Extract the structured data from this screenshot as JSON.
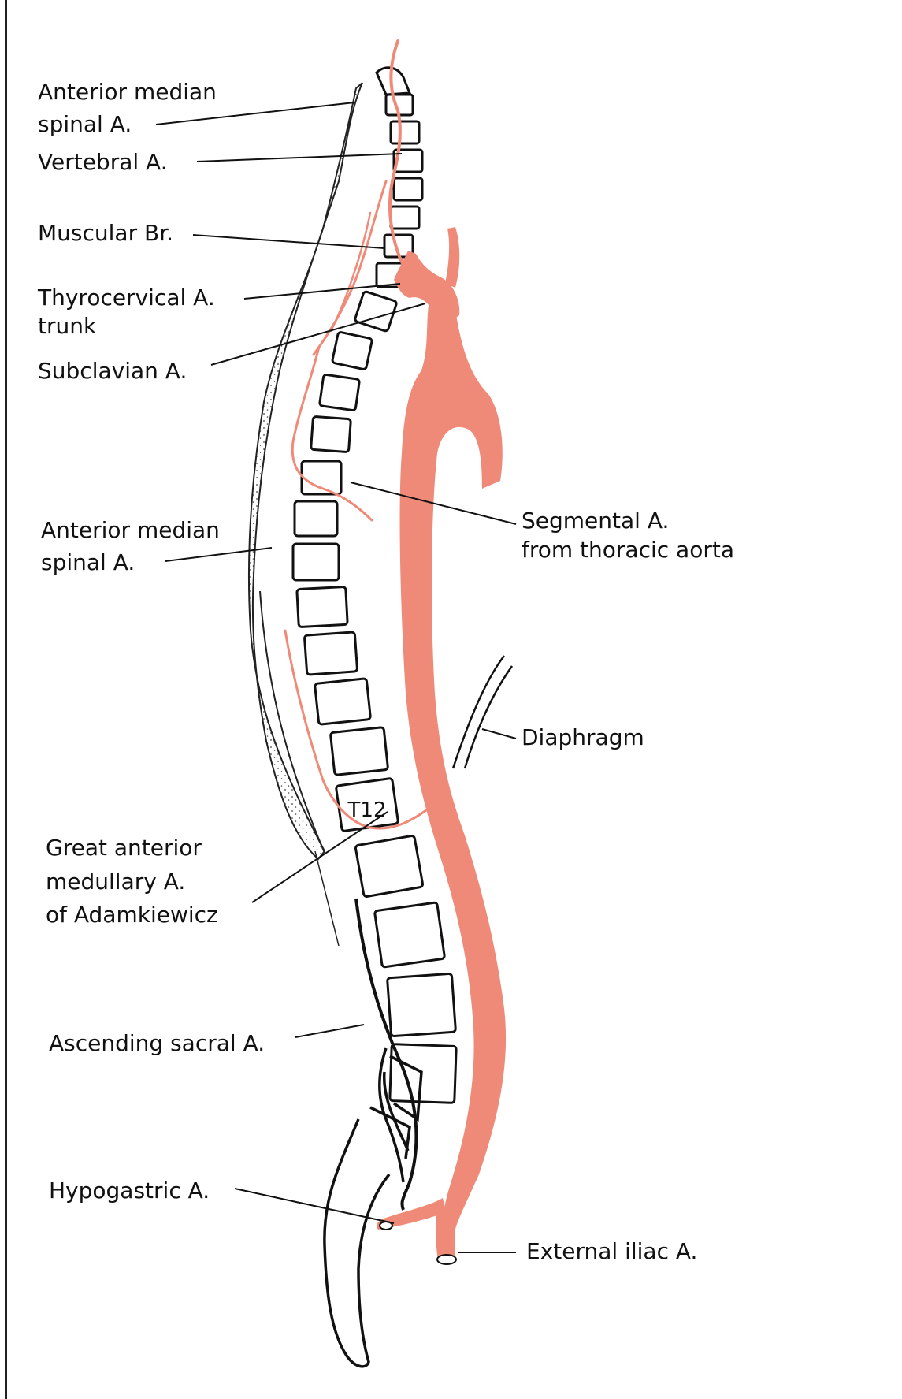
{
  "colors": {
    "artery": "#F08A78",
    "ink": "#111111",
    "stipple": "#333333",
    "background": "#ffffff"
  },
  "vertebra_label": "T12",
  "labels": {
    "anterior_median_spinal_upper_1": "Anterior median",
    "anterior_median_spinal_upper_2": "spinal A.",
    "vertebral": "Vertebral A.",
    "muscular_br": "Muscular Br.",
    "thyrocervical_1": "Thyrocervical A.",
    "thyrocervical_2": "trunk",
    "subclavian": "Subclavian A.",
    "anterior_median_spinal_lower_1": "Anterior median",
    "anterior_median_spinal_lower_2": "spinal A.",
    "great_anterior_1": "Great anterior",
    "great_anterior_2": "medullary A.",
    "great_anterior_3": "of Adamkiewicz",
    "ascending_sacral": "Ascending sacral A.",
    "hypogastric": "Hypogastric A.",
    "segmental_1": "Segmental A.",
    "segmental_2": "from thoracic aorta",
    "diaphragm": "Diaphragm",
    "external_iliac": "External iliac A."
  }
}
